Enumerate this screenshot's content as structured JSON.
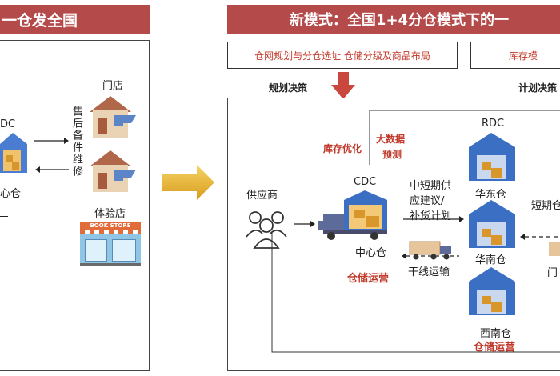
{
  "left": {
    "title": "一仓发全国",
    "cdc_label": "DC",
    "center_warehouse": "心仓",
    "store_label": "门店",
    "after_sales": "售后备件维修",
    "experience_store": "体验店",
    "shop_sign": "BOOK STORE"
  },
  "right": {
    "title": "新模式：全国1+4分仓模式下的一",
    "sub_left": "仓网规划与分仓选址  仓储分级及商品布局",
    "sub_right": "库存模",
    "planning_decision": "规划决策",
    "plan_decision": "计划决策",
    "supplier": "供应商",
    "inventory_opt": "库存优化",
    "bigdata": "大数据",
    "forecast": "预测",
    "cdc": "CDC",
    "mid_short_1": "中短期供",
    "mid_short_2": "应建议/",
    "mid_short_3": "补货计划",
    "center_warehouse": "中心仓",
    "warehouse_ops_left": "仓储运营",
    "trunk_transport": "干线运输",
    "rdc": "RDC",
    "east": "华东仓",
    "south": "华南仓",
    "southwest": "西南仓",
    "warehouse_ops_right": "仓储运营",
    "short_term": "短期仓",
    "store_partial": "门"
  },
  "colors": {
    "title_bg": "#b44a4a",
    "accent_red": "#c0392b",
    "warehouse_blue": "#3b6fc4",
    "arrow_red": "#c9473d",
    "arrow_gold": "#e8b93a"
  }
}
